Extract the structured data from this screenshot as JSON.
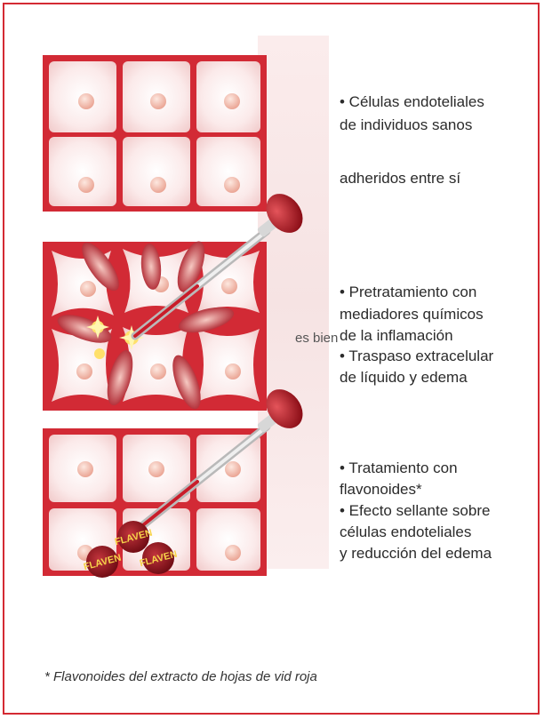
{
  "panels": [
    {
      "id": "healthy",
      "captions": [
        "• Células endoteliales",
        "de individuos sanos",
        "",
        "adheridos entre sí"
      ]
    },
    {
      "id": "inflamed",
      "captions": [
        "• Pretratamiento con",
        "mediadores químicos",
        "de la inflamación",
        "• Traspaso extracelular",
        "de líquido y edema"
      ],
      "overlap_text": "es bien"
    },
    {
      "id": "treated",
      "captions": [
        "• Tratamiento con",
        "flavonoides*",
        "• Efecto sellante sobre",
        "células endoteliales",
        "y reducción del edema"
      ],
      "pill_label": "FLAVEN"
    }
  ],
  "footnote": "* Flavonoides del extracto de hojas de vid roja",
  "colors": {
    "frame": "#d42a33",
    "cell_fill": "#fbe6e6",
    "tissue_red": "#d22a35",
    "nucleus": "#f2b8a8"
  }
}
